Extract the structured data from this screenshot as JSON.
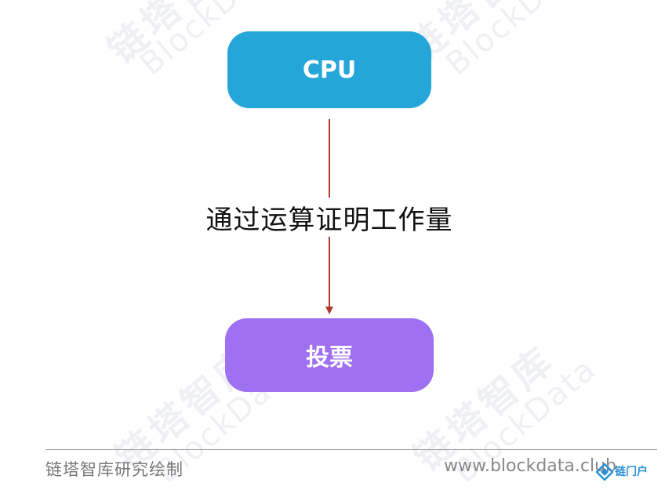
{
  "diagram": {
    "nodes": [
      {
        "id": "cpu",
        "label": "CPU"
      },
      {
        "id": "vote",
        "label": "投票"
      }
    ],
    "edge_label": "通过运算证明工作量"
  },
  "watermark": {
    "cn": "链塔智库",
    "en": "BlockData"
  },
  "footer": {
    "left_text": "链塔智库研究绘制",
    "right_text": "www.blockdata.club"
  },
  "logo": {
    "text": "链门户"
  },
  "colors": {
    "cpu_node": "#25a6d9",
    "vote_node": "#a070f2",
    "arrow": "#b03a2e"
  }
}
